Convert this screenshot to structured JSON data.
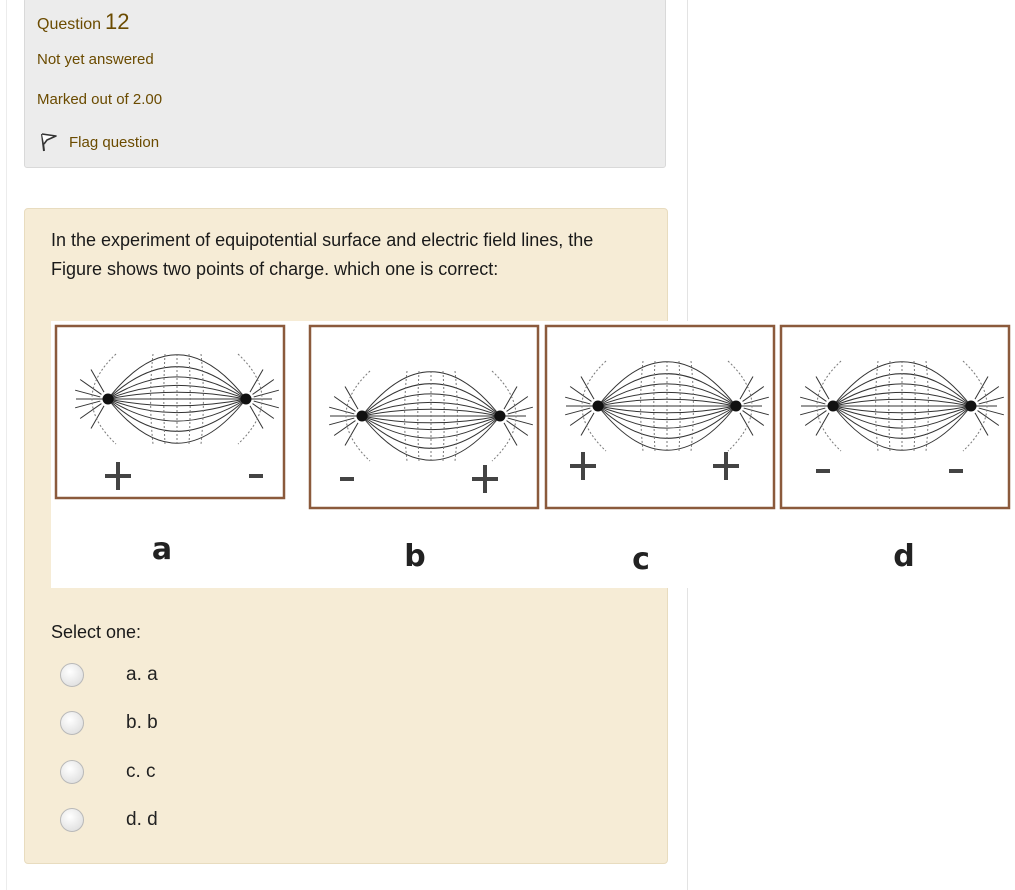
{
  "question": {
    "label": "Question",
    "number": "12",
    "state": "Not yet answered",
    "marks": "Marked out of 2.00",
    "flag_label": "Flag question"
  },
  "question_text": "In the experiment of equipotential surface and electric field lines, the Figure shows two points of charge. which one is correct:",
  "figure": {
    "panels": [
      {
        "id": "a",
        "left_sign": "+",
        "right_sign": "-",
        "border": "#8b5a3c"
      },
      {
        "id": "b",
        "left_sign": "-",
        "right_sign": "+",
        "border": "#8b5a3c"
      },
      {
        "id": "c",
        "left_sign": "+",
        "right_sign": "+",
        "border": "#8b5a3c"
      },
      {
        "id": "d",
        "left_sign": "-",
        "right_sign": "-",
        "border": "#8b5a3c"
      }
    ]
  },
  "select_label": "Select one:",
  "options": [
    {
      "label": "a. a"
    },
    {
      "label": "b. b"
    },
    {
      "label": "c. c"
    },
    {
      "label": "d. d"
    }
  ],
  "colors": {
    "info_bg": "#ececec",
    "formulation_bg": "#f6ecd6",
    "info_text": "#6b4b00"
  }
}
